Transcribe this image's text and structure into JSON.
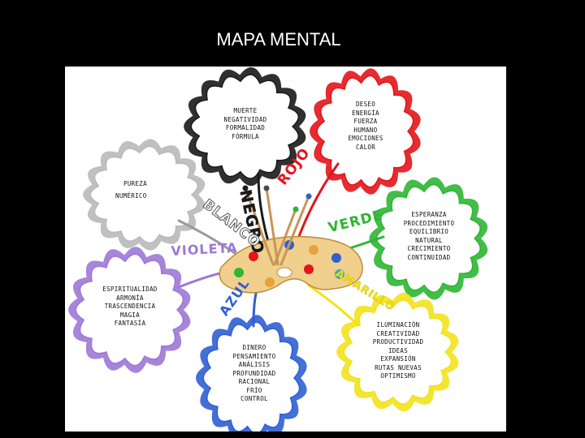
{
  "title": "MAPA MENTAL",
  "colors": {
    "negro": "#1a1a1a",
    "rojo": "#e3141b",
    "blanco": "#b9b9b9",
    "verde": "#2fb534",
    "violeta": "#9c78d6",
    "amarillo": "#f2e21b",
    "azul": "#2f5fd1",
    "palette": "#f1cf8c"
  },
  "branches": {
    "negro": "NEGRO",
    "rojo": "ROJO",
    "blanco": "BLANCO",
    "verde": "VERDE",
    "violeta": "VIOLETA",
    "amarillo": "AMARILLO",
    "azul": "AZUL"
  },
  "nodes": {
    "negro": [
      "MUERTE",
      "NEGATIVIDAD",
      "FORMALIDAD",
      "FÓRMULA"
    ],
    "rojo": [
      "DESEO",
      "ENERGÍA",
      "FUERZA",
      "HUMANO",
      "EMOCIONES",
      "CALOR"
    ],
    "blanco": [
      "PUREZA",
      "NUMÉRICO"
    ],
    "verde": [
      "ESPERANZA",
      "PROCEDIMIENTO",
      "EQUILIBRIO",
      "NATURAL",
      "CRECIMIENTO",
      "CONTINUIDAD"
    ],
    "violeta": [
      "ESPIRITUALIDAD",
      "ARMONÍA",
      "TRASCENDENCIA",
      "MAGIA",
      "FANTASÍA"
    ],
    "azul": [
      "DINERO",
      "PENSAMIENTO",
      "ANÁLISIS",
      "PROFUNDIDAD",
      "RACIONAL",
      "FRÍO",
      "CONTROL"
    ],
    "amarillo": [
      "ILUMINACIÓN",
      "CREATIVIDAD",
      "PRODUCTIVIDAD",
      "IDEAS",
      "EXPANSIÓN",
      "RUTAS NUEVAS",
      "OPTIMISMO"
    ]
  }
}
